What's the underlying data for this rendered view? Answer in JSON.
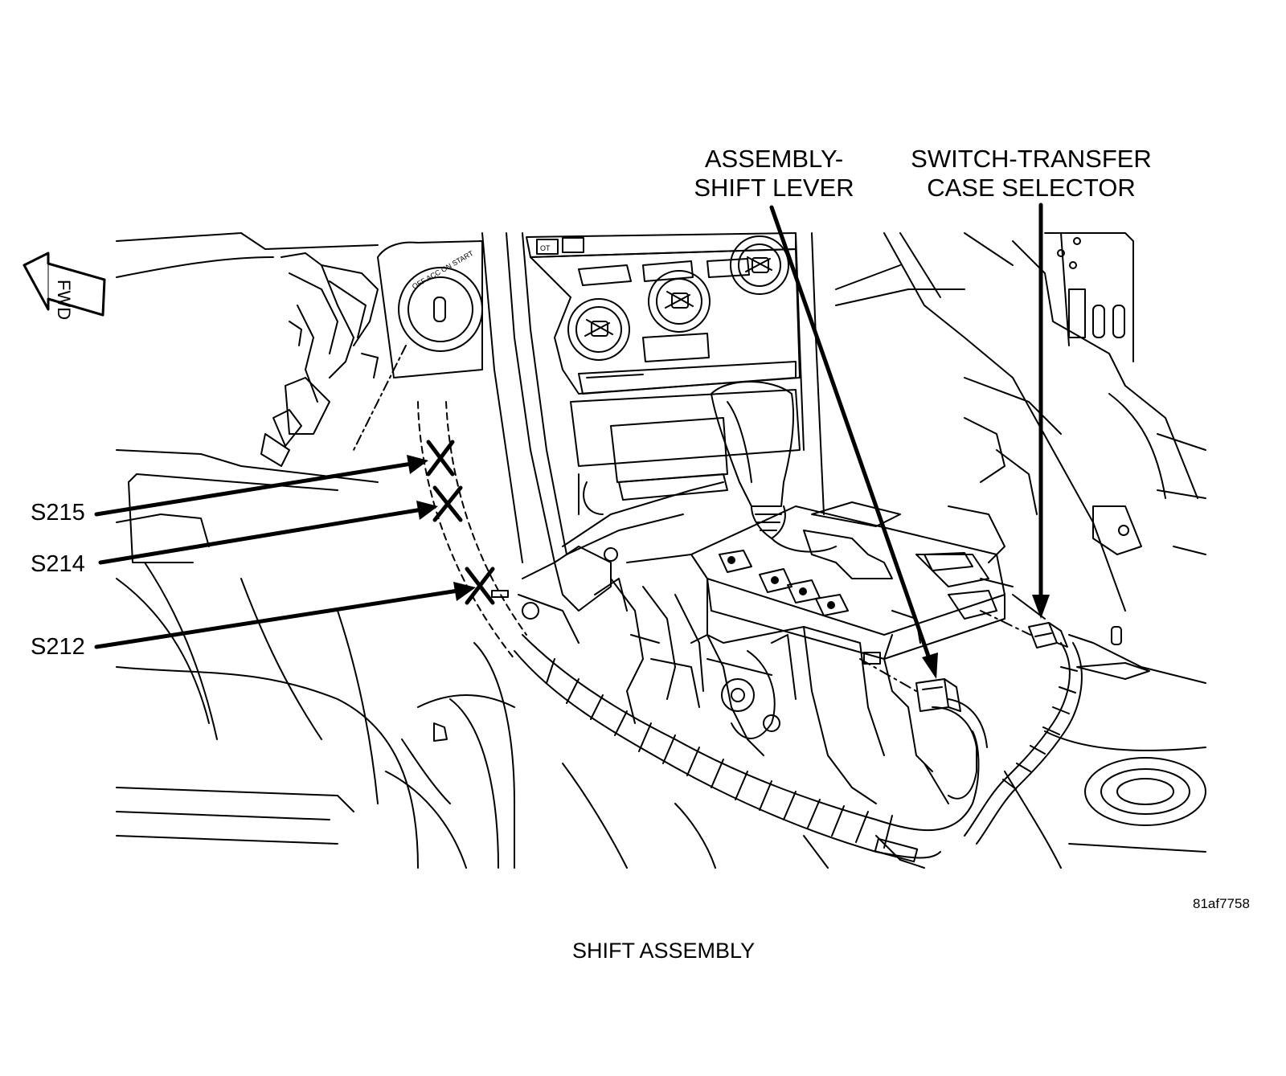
{
  "callouts": {
    "shift_lever_line1": "ASSEMBLY-",
    "shift_lever_line2": "SHIFT LEVER",
    "transfer_case_line1": "SWITCH-TRANSFER",
    "transfer_case_line2": "CASE SELECTOR"
  },
  "splices": [
    "S215",
    "S214",
    "S212"
  ],
  "direction_label": "FWD",
  "figure_id": "81af7758",
  "caption": "SHIFT ASSEMBLY"
}
